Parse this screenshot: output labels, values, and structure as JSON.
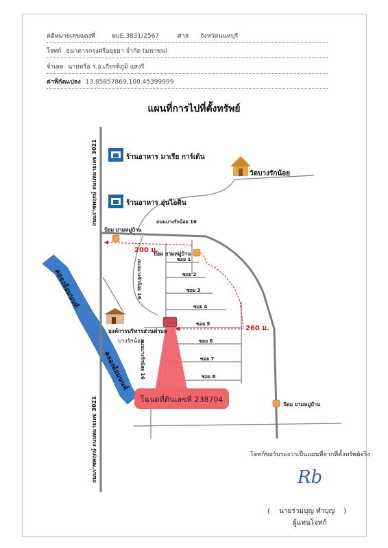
{
  "header": {
    "case_label": "คดีหมายเลขแดงที่",
    "case_number": "ผบE.3831/2567",
    "court_label": "ศาล",
    "court_name": "จังหวัดนนทบุรี",
    "plaintiff_label": "โจทก์",
    "plaintiff_name": "ธนาคารกรุงศรีอยุธยา จำกัด (มหาชน)",
    "defendant_label": "จำเลย",
    "defendant_name": "นายหรือ ร.อ.เกียรติภูมิ แสงรี",
    "coords_label": "ค่าพิกัดแปลง",
    "coords_value": "13.85857869,100.45399999"
  },
  "map": {
    "title": "แผนที่การไปที่ตั้งทรัพย์",
    "main_road_top": "ถนนราชพฤกษ์ ถนนหมายเลข 3021",
    "main_road_bottom": "ถนนราชพฤกษ์ ถนนหมายเลข 3021",
    "restaurant_1": "ร้านอาหาร มาเรีย การ์เด้น",
    "restaurant_2": "ร้านอาหาร อุ่นไอดิน",
    "temple": "วัดบางรักน้อย",
    "road_bangraknoi_16_a": "ถนนบางรักน้อย 16",
    "road_bangraknoi_16_b": "ถนนบางรักน้อย 16",
    "road_bangraknoi_16_c": "ถนนบางรักน้อย 16",
    "police_box_1": "ป้อม ยามหมู่บ้าน",
    "police_box_2": "ป้อม ยามหมู่บ้าน",
    "police_box_3": "ป้อม ยามหมู่บ้าน",
    "distance_1": "200 ม.",
    "distance_2": "260 ม.",
    "canal_1": "คลองอ้อมนนท์",
    "canal_2": "คลองอ้อมนนท์",
    "tao_office_line1": "องค์การบริหารส่วนตำบล",
    "tao_office_line2": "บางรักน้อย",
    "soi_labels": [
      "ซอย 1",
      "ซอย 2",
      "ซอย 3",
      "ซอย 4",
      "ซอย 5",
      "ซอย 6",
      "ซอย 7",
      "ซอย 8"
    ],
    "deed_label": "โฉนดที่ดินเลขที่ 238704",
    "colors": {
      "road": "#7d7d7d",
      "canal": "#3d7cc9",
      "marker": "#f0646a",
      "route": "#d11a1a",
      "police": "#f0a050",
      "icon_blue": "#1c66b0"
    }
  },
  "footer": {
    "certify": "โจทก์ขอรับรองว่าเป็นแผนที่จากที่ตั้งทรัพย์จริง",
    "signature": "Rb",
    "name_open": "(",
    "name": "นายร่วมบุญ ทำบุญ",
    "name_close": ")",
    "role": "ผู้แทนโจทก์"
  }
}
